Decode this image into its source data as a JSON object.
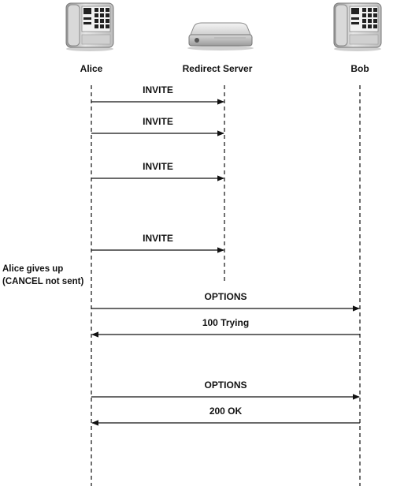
{
  "participants": {
    "alice": {
      "name": "Alice",
      "icon": "phone-icon"
    },
    "redirect": {
      "name": "Redirect Server",
      "icon": "server-icon"
    },
    "bob": {
      "name": "Bob",
      "icon": "phone-icon"
    }
  },
  "note": {
    "line1": "Alice gives up",
    "line2": "(CANCEL not sent)"
  },
  "messages": [
    {
      "label": "INVITE",
      "from": "alice",
      "to": "redirect"
    },
    {
      "label": "INVITE",
      "from": "alice",
      "to": "redirect"
    },
    {
      "label": "INVITE",
      "from": "alice",
      "to": "redirect"
    },
    {
      "label": "INVITE",
      "from": "alice",
      "to": "redirect"
    },
    {
      "label": "OPTIONS",
      "from": "alice",
      "to": "bob"
    },
    {
      "label": "100 Trying",
      "from": "bob",
      "to": "alice"
    },
    {
      "label": "OPTIONS",
      "from": "alice",
      "to": "bob"
    },
    {
      "label": "200 OK",
      "from": "bob",
      "to": "alice"
    }
  ]
}
